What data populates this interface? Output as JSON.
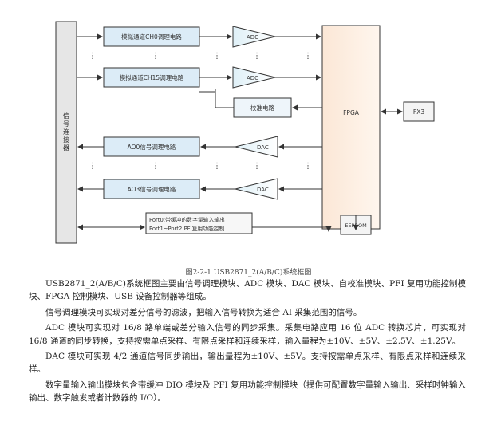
{
  "diagram": {
    "connector_label": "信\n号\n连\n接\n器",
    "ch0_label": "模拟通道CH0调理电路",
    "ch15_label": "模拟通道CH15调理电路",
    "adc_label": "ADC",
    "dac_label": "DAC",
    "calib_label": "校准电路",
    "fpga_label": "FPGA",
    "fx3_label": "FX3",
    "ao0_label": "AO0信号调理电路",
    "ao3_label": "AO3信号调理电路",
    "dio_line1": "Port0:带缓冲的数字量输入输出",
    "dio_line2": "Port1~Port2:PFI复用功能控制",
    "eeprom_label": "EEPROM",
    "dots": "⋮"
  },
  "caption": "图2-2-1 USB2871_2(A/B/C)系统框图",
  "paragraphs": [
    "USB2871_2(A/B/C)系统框图主要由信号调理模块、ADC 模块、DAC 模块、自校准模块、PFI 复用功能控制模块、FPGA 控制模块、USB 设备控制器等组成。",
    "信号调理模块可实现对差分信号的滤波，把输入信号转换为适合 AI 采集范围的信号。",
    "ADC 模块可实现对 16/8 路单端或差分输入信号的同步采集。采集电路应用 16 位 ADC 转换芯片，可实现对 16/8 通道的同步转换，支持按需单点采样、有限点采样和连续采样，输入量程为±10V、±5V、±2.5V、±1.25V。",
    "DAC 模块可实现 4/2 通道信号同步输出，输出量程为±10V、±5V。支持按需单点采样、有限点采样和连续采样。",
    "数字量输入输出模块包含带缓冲 DIO 模块及 PFI 复用功能控制模块（提供可配置数字量输入输出、采样时钟输入输出、数字触发或者计数器的 I/O）。"
  ]
}
